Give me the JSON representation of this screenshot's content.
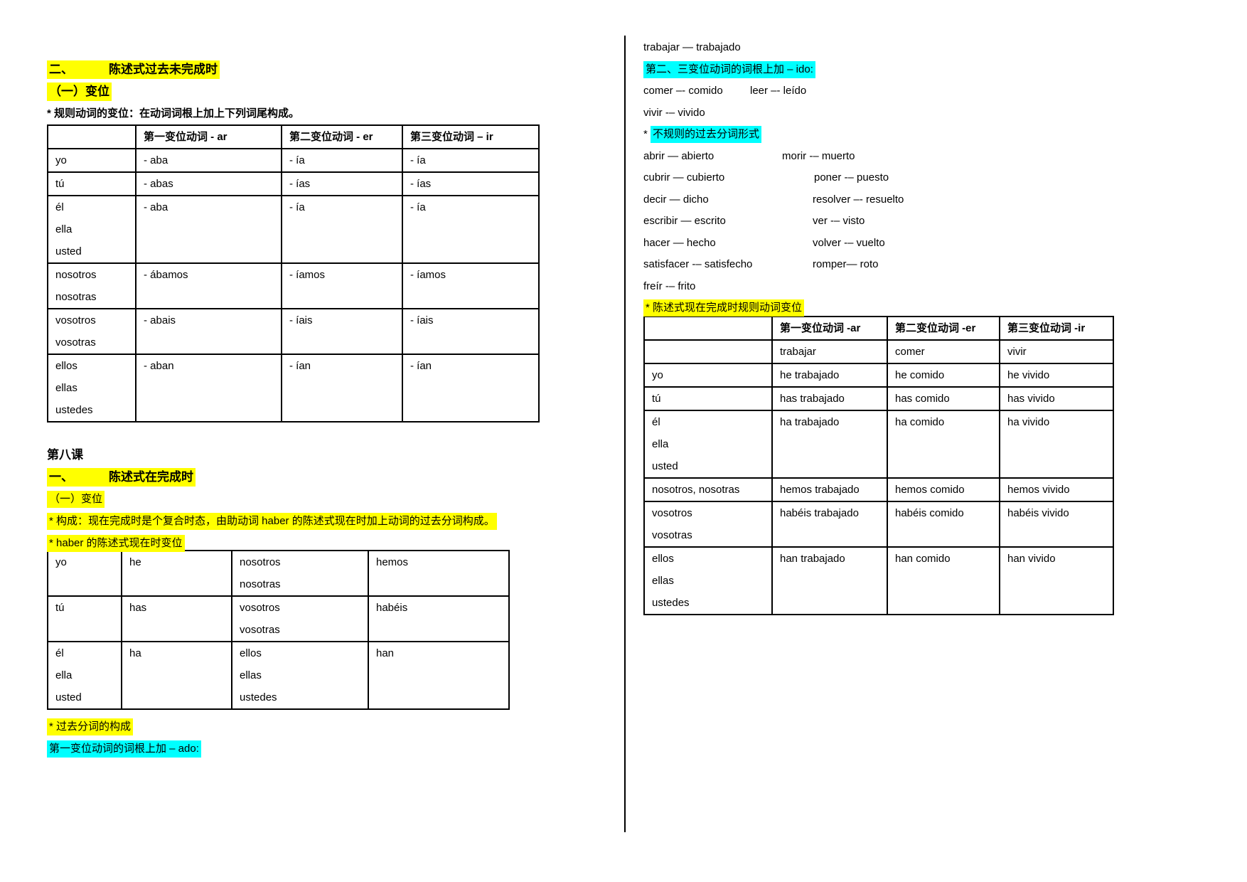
{
  "colors": {
    "background": "#ffffff",
    "text": "#000000",
    "highlight_yellow": "#ffff00",
    "highlight_cyan": "#00ffff"
  },
  "left": {
    "section2": {
      "num": "二、",
      "title": "陈述式过去未完成时"
    },
    "sub_conjugation_1": "（一）变位",
    "rule_note": "* 规则动词的变位：在动词词根上加上下列词尾构成。",
    "imperfect_table": {
      "headers": [
        "",
        "第一变位动词 - ar",
        "第二变位动词 - er",
        "第三变位动词 – ir"
      ],
      "rows": [
        [
          "yo",
          "- aba",
          "- ía",
          "- ía"
        ],
        [
          "tú",
          "- abas",
          "- ías",
          "- ías"
        ],
        [
          "él\nella\nusted",
          "- aba",
          "- ía",
          "- ía"
        ],
        [
          "nosotros\nnosotras",
          "- ábamos",
          "- íamos",
          "- íamos"
        ],
        [
          "vosotros\nvosotras",
          "- abais",
          "- íais",
          "- íais"
        ],
        [
          "ellos\nellas\nustedes",
          "- aban",
          "- ían",
          "- ían"
        ]
      ]
    },
    "lesson8_title": "第八课",
    "section1": {
      "num": "一、",
      "title": "陈述式在完成时"
    },
    "sub_conjugation_2": "（一）变位",
    "formation_note": "* 构成：现在完成时是个复合时态，由助动词 haber 的陈述式现在时加上动词的过去分词构成。",
    "haber_note": "* haber 的陈述式现在时变位",
    "haber_table": {
      "rows": [
        [
          "yo",
          "he",
          "nosotros\nnosotras",
          "hemos"
        ],
        [
          "tú",
          "has",
          "vosotros\nvosotras",
          "habéis"
        ],
        [
          "él\nella\nusted",
          "ha",
          "ellos\nellas\nustedes",
          "han"
        ]
      ]
    },
    "participle_note": "* 过去分词的构成",
    "ado_note": "第一变位动词的词根上加 – ado:"
  },
  "right": {
    "trabajar_line": "trabajar — trabajado",
    "ido_note": "第二、三变位动词的词根上加 – ido:",
    "regular_pairs": [
      {
        "a": "comer –- comido",
        "b": "leer –- leído"
      },
      {
        "a": "vivir -– vivido",
        "b": ""
      }
    ],
    "irregular_note": {
      "star": "*",
      "text": "不规则的过去分词形式"
    },
    "irregular_pairs": [
      {
        "a": "abrir — abierto",
        "b": "morir -– muerto"
      },
      {
        "a": "cubrir — cubierto",
        "b": "poner -– puesto"
      },
      {
        "a": "decir — dicho",
        "b": "resolver –- resuelto"
      },
      {
        "a": "escribir — escrito",
        "b": "ver -– visto"
      },
      {
        "a": "hacer — hecho",
        "b": "volver -– vuelto"
      },
      {
        "a": "satisfacer -– satisfecho",
        "b": "romper— roto"
      },
      {
        "a": "freír -–  frito",
        "b": ""
      }
    ],
    "perfect_note": "* 陈述式现在完成时规则动词变位",
    "perfect_table": {
      "headers": [
        "",
        "第一变位动词 -ar",
        "第二变位动词 -er",
        "第三变位动词 -ir"
      ],
      "rows": [
        [
          "",
          "trabajar",
          "comer",
          "vivir"
        ],
        [
          "yo",
          "he trabajado",
          "he comido",
          "he vivido"
        ],
        [
          "tú",
          "has trabajado",
          "has comido",
          "has vivido"
        ],
        [
          "él\nella\nusted",
          "ha trabajado",
          "ha comido",
          "ha vivido"
        ],
        [
          "nosotros, nosotras",
          "hemos trabajado",
          "hemos comido",
          "hemos vivido"
        ],
        [
          "vosotros\nvosotras",
          "habéis trabajado",
          "habéis comido",
          "habéis vivido"
        ],
        [
          "ellos\nellas\nustedes",
          "han trabajado",
          "han comido",
          "han vivido"
        ]
      ]
    }
  }
}
